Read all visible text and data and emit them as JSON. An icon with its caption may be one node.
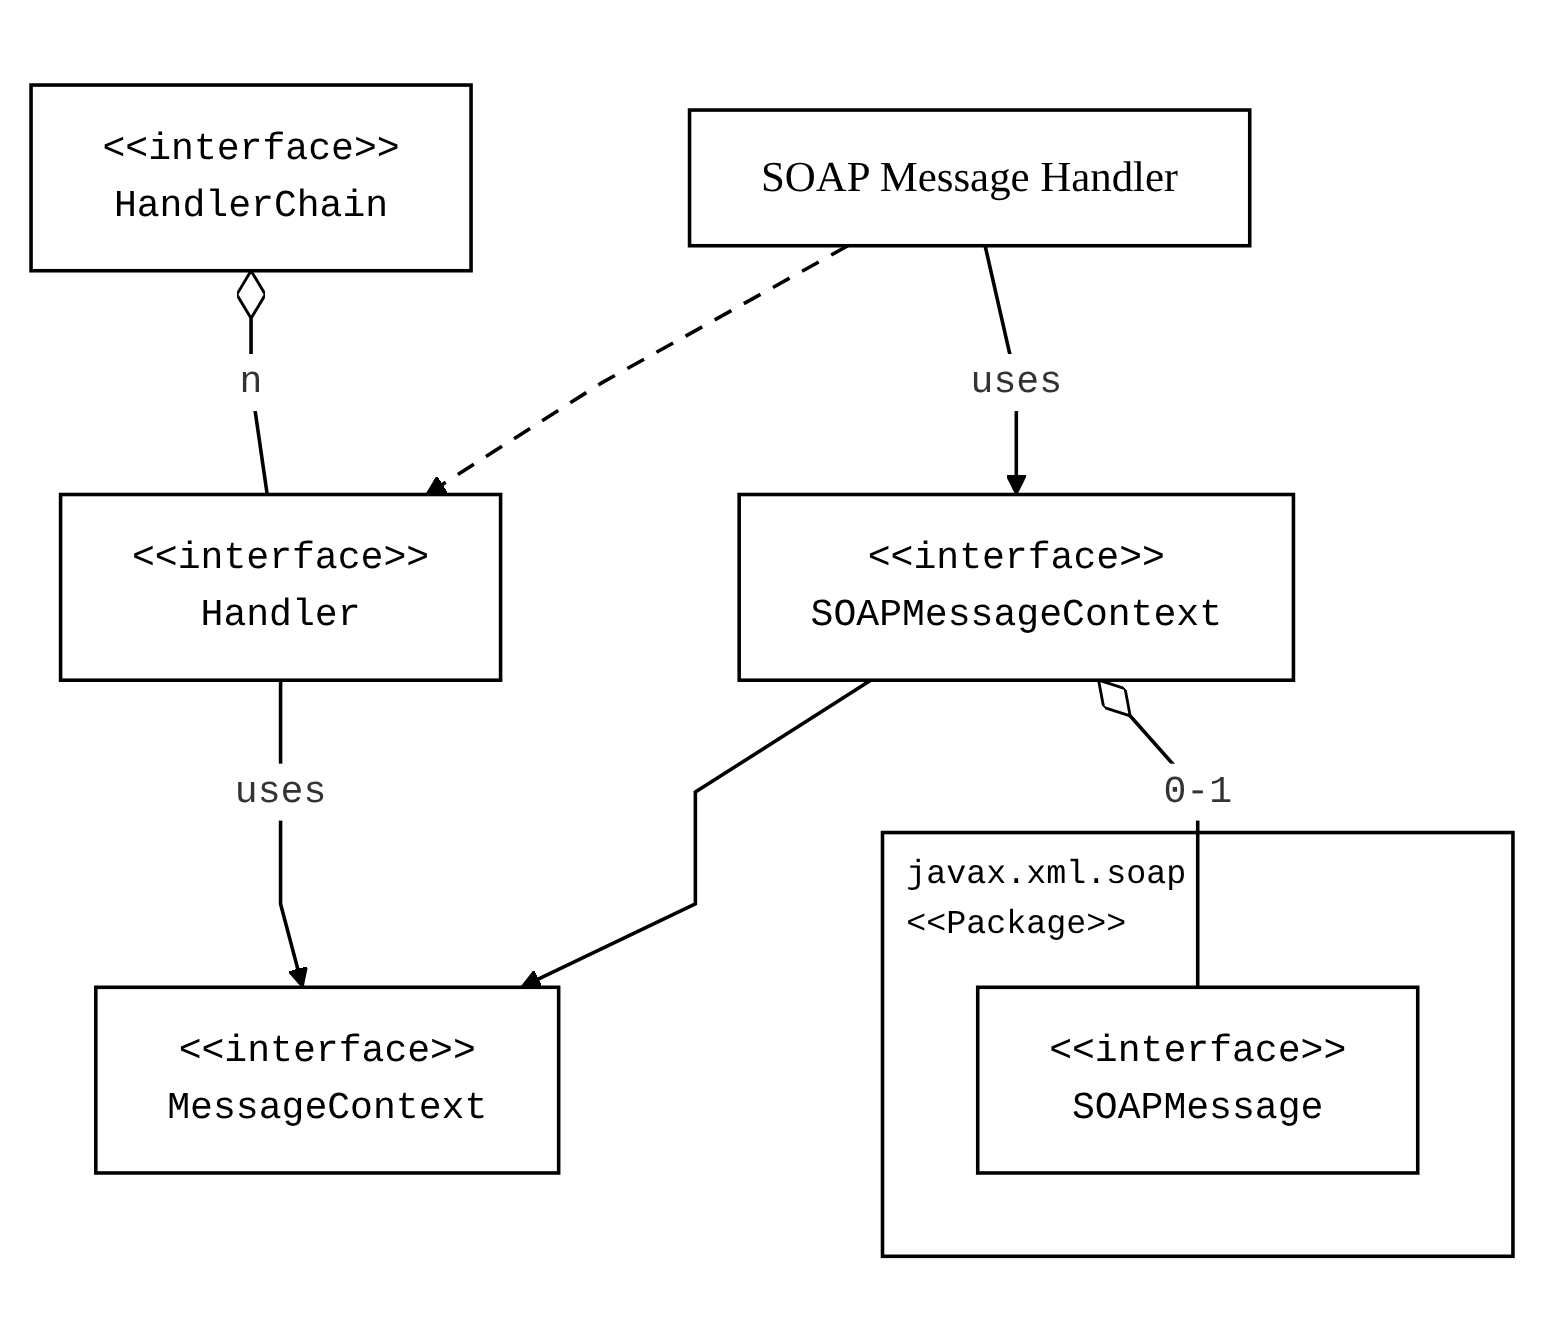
{
  "diagram": {
    "nodes": [
      {
        "text": [
          "<<interface>>",
          "HandlerChain"
        ]
      },
      {
        "text": [
          "<<interface>>",
          "Handler"
        ]
      },
      {
        "text": [
          "<<interface>>",
          "MessageContext"
        ]
      },
      {
        "text": [
          "SOAP Message Handler"
        ]
      },
      {
        "text": [
          "<<interface>>",
          "SOAPMessageContext"
        ]
      },
      {
        "text": [
          "javax.xml.soap",
          "<<Package>>"
        ]
      },
      {
        "text": [
          "<<interface>>",
          "SOAPMessage"
        ],
        "in": 5
      }
    ],
    "edges": [
      {
        "from": 0,
        "to": 1,
        "arrow": "other",
        "label": "n"
      },
      {
        "from": 1,
        "to": 2,
        "arrow": "to",
        "label": "uses"
      },
      {
        "from": 3,
        "to": 1,
        "arrow": "to",
        "style": "dashed"
      },
      {
        "from": 4,
        "to": 2,
        "arrow": "to"
      },
      {
        "from": 3,
        "to": 4,
        "arrow": "to",
        "label": "uses"
      },
      {
        "from": 4,
        "to": 6,
        "arrow": "other",
        "label": "0-1"
      }
    ]
  }
}
